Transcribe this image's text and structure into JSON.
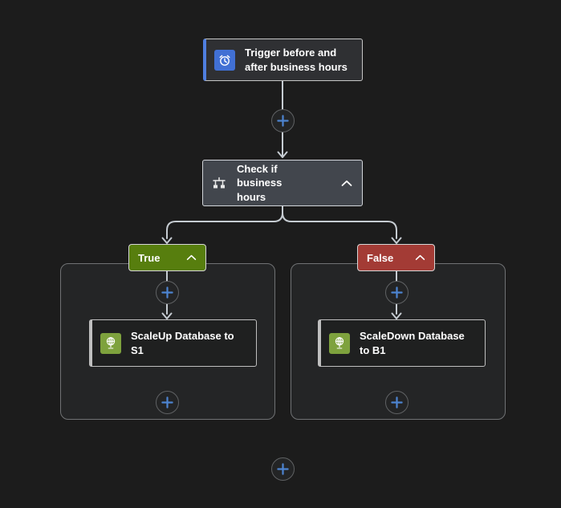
{
  "app": {
    "name": "Logic App workflow designer",
    "background_color": "#1c1c1c",
    "connector_color": "#c6ccd2"
  },
  "trigger_node": {
    "label": "Trigger before and after business hours",
    "icon": "recurrence-clock-icon",
    "accent_color": "#4f7fe0",
    "icon_bg_color": "#4170d4"
  },
  "condition_node": {
    "label": "Check if business hours",
    "icon": "condition-icon",
    "collapse_icon": "chevron-up-icon",
    "state": "expanded",
    "bg_color": "#42464d"
  },
  "true_branch": {
    "label": "True",
    "badge_color": "#577e0e",
    "action": {
      "label": "ScaleUp Database to S1",
      "icon": "webhook-globe-icon",
      "accent_color": "#647c17",
      "icon_bg_color": "#7ea23d"
    }
  },
  "false_branch": {
    "label": "False",
    "badge_color": "#a33b35",
    "action": {
      "label": "ScaleDown Database to B1",
      "icon": "webhook-globe-icon",
      "accent_color": "#647c17",
      "icon_bg_color": "#7ea23d"
    }
  },
  "add_button": {
    "icon": "plus-icon",
    "plus_color": "#4d84d1"
  }
}
